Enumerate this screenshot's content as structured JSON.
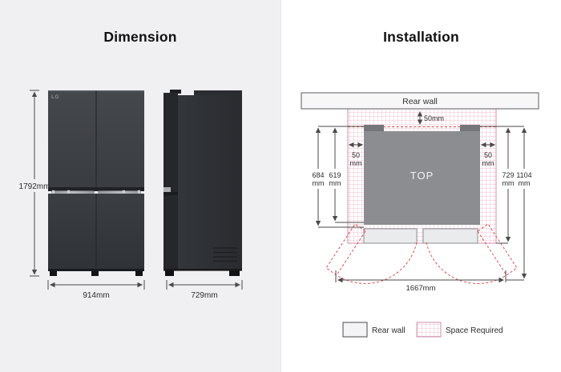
{
  "dimension": {
    "title": "Dimension",
    "height": "1792mm",
    "width": "914mm",
    "depth": "729mm",
    "brand": "LG"
  },
  "installation": {
    "title": "Installation",
    "rear_wall": "Rear wall",
    "top_label": "TOP",
    "clearance_rear": "50mm",
    "clearance_left": {
      "value": "50",
      "unit": "mm"
    },
    "clearance_right": {
      "value": "50",
      "unit": "mm"
    },
    "dims": {
      "d684": {
        "value": "684",
        "unit": "mm"
      },
      "d619": {
        "value": "619",
        "unit": "mm"
      },
      "d729": {
        "value": "729",
        "unit": "mm"
      },
      "d1104": {
        "value": "1104",
        "unit": "mm"
      }
    },
    "total_width": "1667mm",
    "legend": {
      "rear_wall": "Rear wall",
      "space_required": "Space Required"
    }
  },
  "colors": {
    "panel_left_bg": "#f0f0f2",
    "panel_right_bg": "#ffffff",
    "space_grid_pink": "#ecc3d2",
    "space_border_pink": "#cf8fae",
    "swing_red": "#e05252",
    "dim_line_gray": "#4a4a4a",
    "fridge_dark": "#3a3d42",
    "top_view_gray": "#8c8d90",
    "rear_wall_fill": "#f7f7f8"
  }
}
